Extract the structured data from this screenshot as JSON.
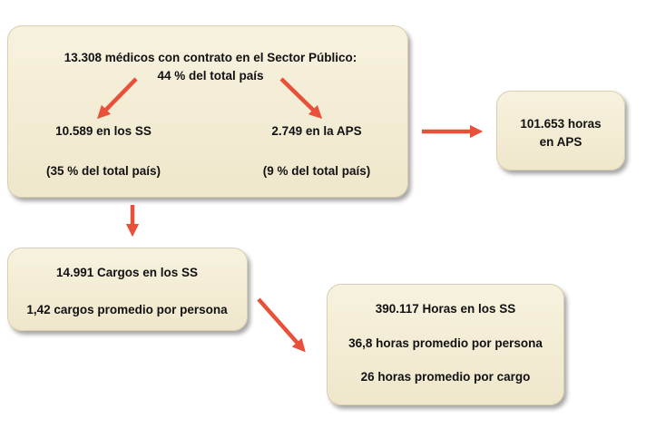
{
  "accent_color": "#e8503a",
  "box_fill": "#f3edd6",
  "main_box": {
    "title_line1": "13.308 médicos con contrato en el Sector Público:",
    "title_line2": "44 % del total país",
    "left_value": "10.589 en los SS",
    "left_pct": "(35 % del total país)",
    "right_value": "2.749 en la APS",
    "right_pct": "(9 % del total país)"
  },
  "aps_box": {
    "line1": "101.653 horas",
    "line2": "en APS"
  },
  "cargos_box": {
    "line1": "14.991 Cargos en los SS",
    "line2": "1,42 cargos  promedio por persona"
  },
  "horas_box": {
    "line1": "390.117 Horas en los SS",
    "line2": "36,8 horas promedio por persona",
    "line3": "26 horas promedio por cargo"
  }
}
